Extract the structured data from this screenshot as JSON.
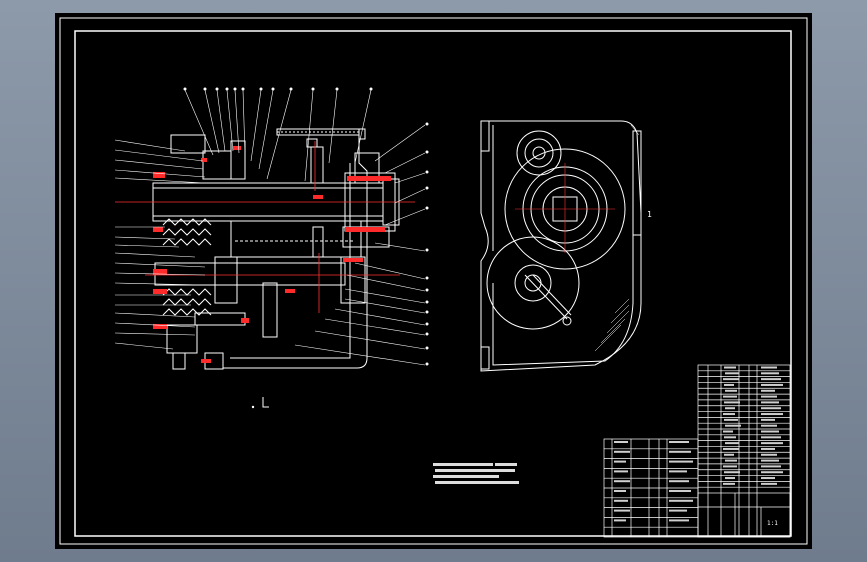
{
  "drawing": {
    "section_label": "L",
    "side_view_label": "1",
    "background": "#000000",
    "line_color": "#ffffff",
    "center_line_color": "#ff3030",
    "viewport_bg": "#7f8c9b"
  },
  "parts_list": {
    "upper_rows": 22,
    "lower_rows": 10
  },
  "title_block": {
    "mark": "1:1"
  }
}
